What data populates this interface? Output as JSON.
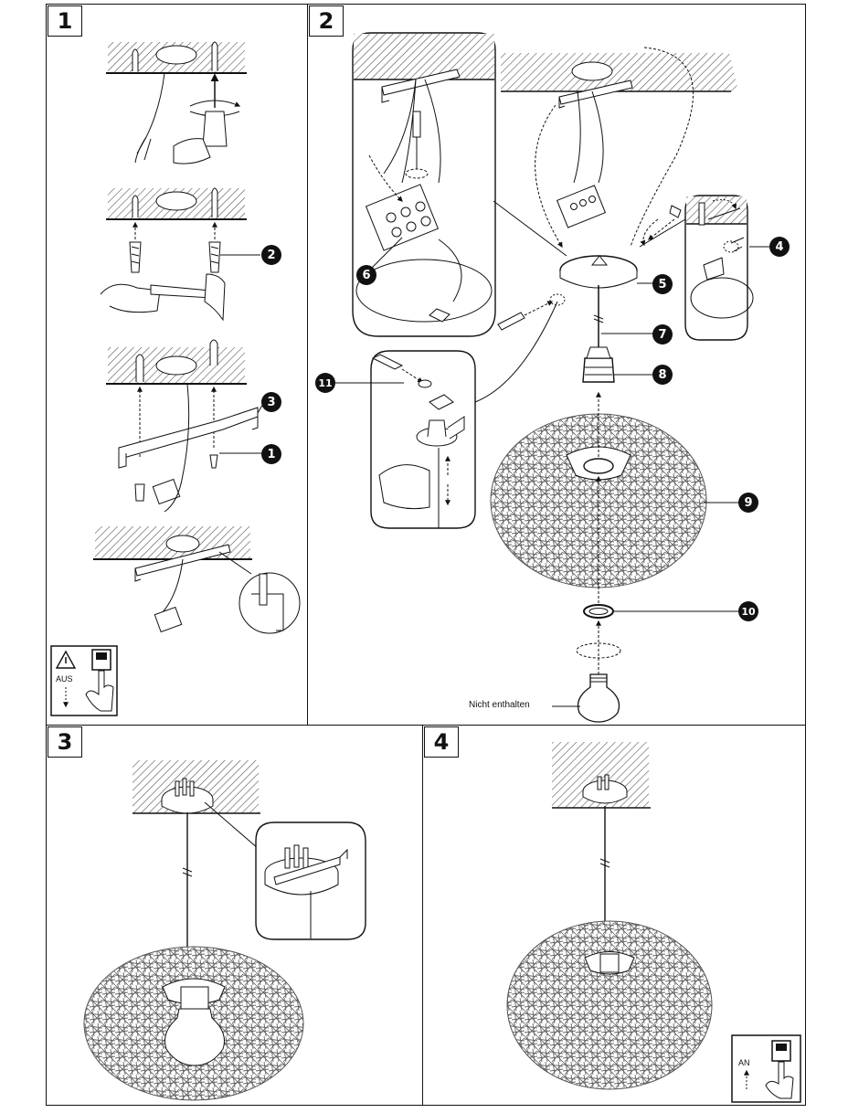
{
  "steps": [
    {
      "number": "1"
    },
    {
      "number": "2"
    },
    {
      "number": "3"
    },
    {
      "number": "4"
    }
  ],
  "parts": {
    "p1": "1",
    "p2": "2",
    "p3": "3",
    "p4": "4",
    "p5": "5",
    "p6": "6",
    "p7": "7",
    "p8": "8",
    "p9": "9",
    "p10": "10",
    "p11": "11"
  },
  "labels": {
    "not_included": "Nicht enthalten",
    "power_off": "AUS",
    "power_on": "AN"
  },
  "icons": [
    "warning-icon",
    "light-switch-icon",
    "drill-icon",
    "hammer-icon",
    "screwdriver-icon",
    "light-bulb-icon"
  ]
}
